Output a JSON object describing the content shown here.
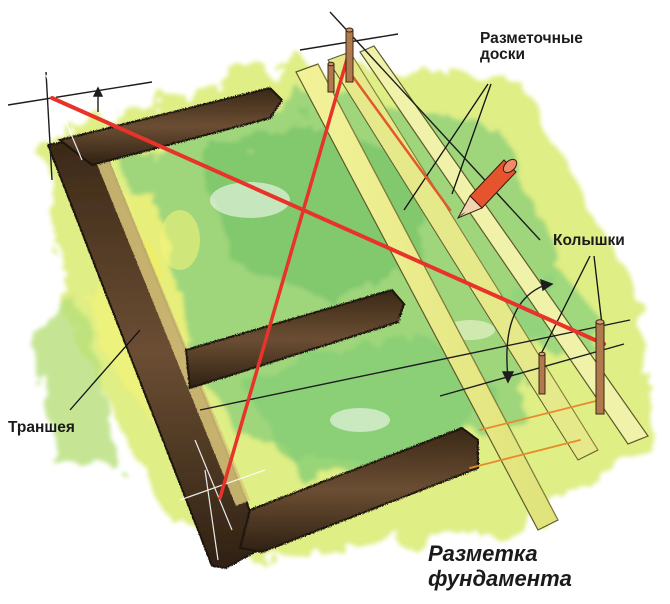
{
  "diagram": {
    "title": {
      "line1": "Разметка",
      "line2": "фундамента"
    },
    "labels": {
      "boards": {
        "line1": "Разметочные",
        "line2": "доски"
      },
      "stakes": "Колышки",
      "trench": "Траншея"
    },
    "colors": {
      "background": "#ffffff",
      "grass_light": "#e9ef7a",
      "grass_green": "#7cc36a",
      "trench_dark": "#4a3421",
      "trench_mid": "#6b4e33",
      "trench_edge": "#d9c77a",
      "board": "#eef08c",
      "board_edge": "#5d5a2c",
      "string_red": "#e8332b",
      "string_orange": "#e88a2a",
      "stake": "#b07a4c",
      "pencil": "#e5542d",
      "guide_line": "#1d1d1d"
    },
    "elements": {
      "trenches": [
        "top-trench",
        "middle-trench",
        "bottom-trench",
        "left-trench"
      ],
      "boards": [
        "marking-board-1",
        "marking-board-2",
        "marking-board-3"
      ],
      "stakes": [
        "stake-top",
        "stake-top-small",
        "stake-right-tall",
        "stake-right-small"
      ],
      "strings": [
        "diagonal-string-1",
        "diagonal-string-2",
        "side-string"
      ]
    }
  }
}
